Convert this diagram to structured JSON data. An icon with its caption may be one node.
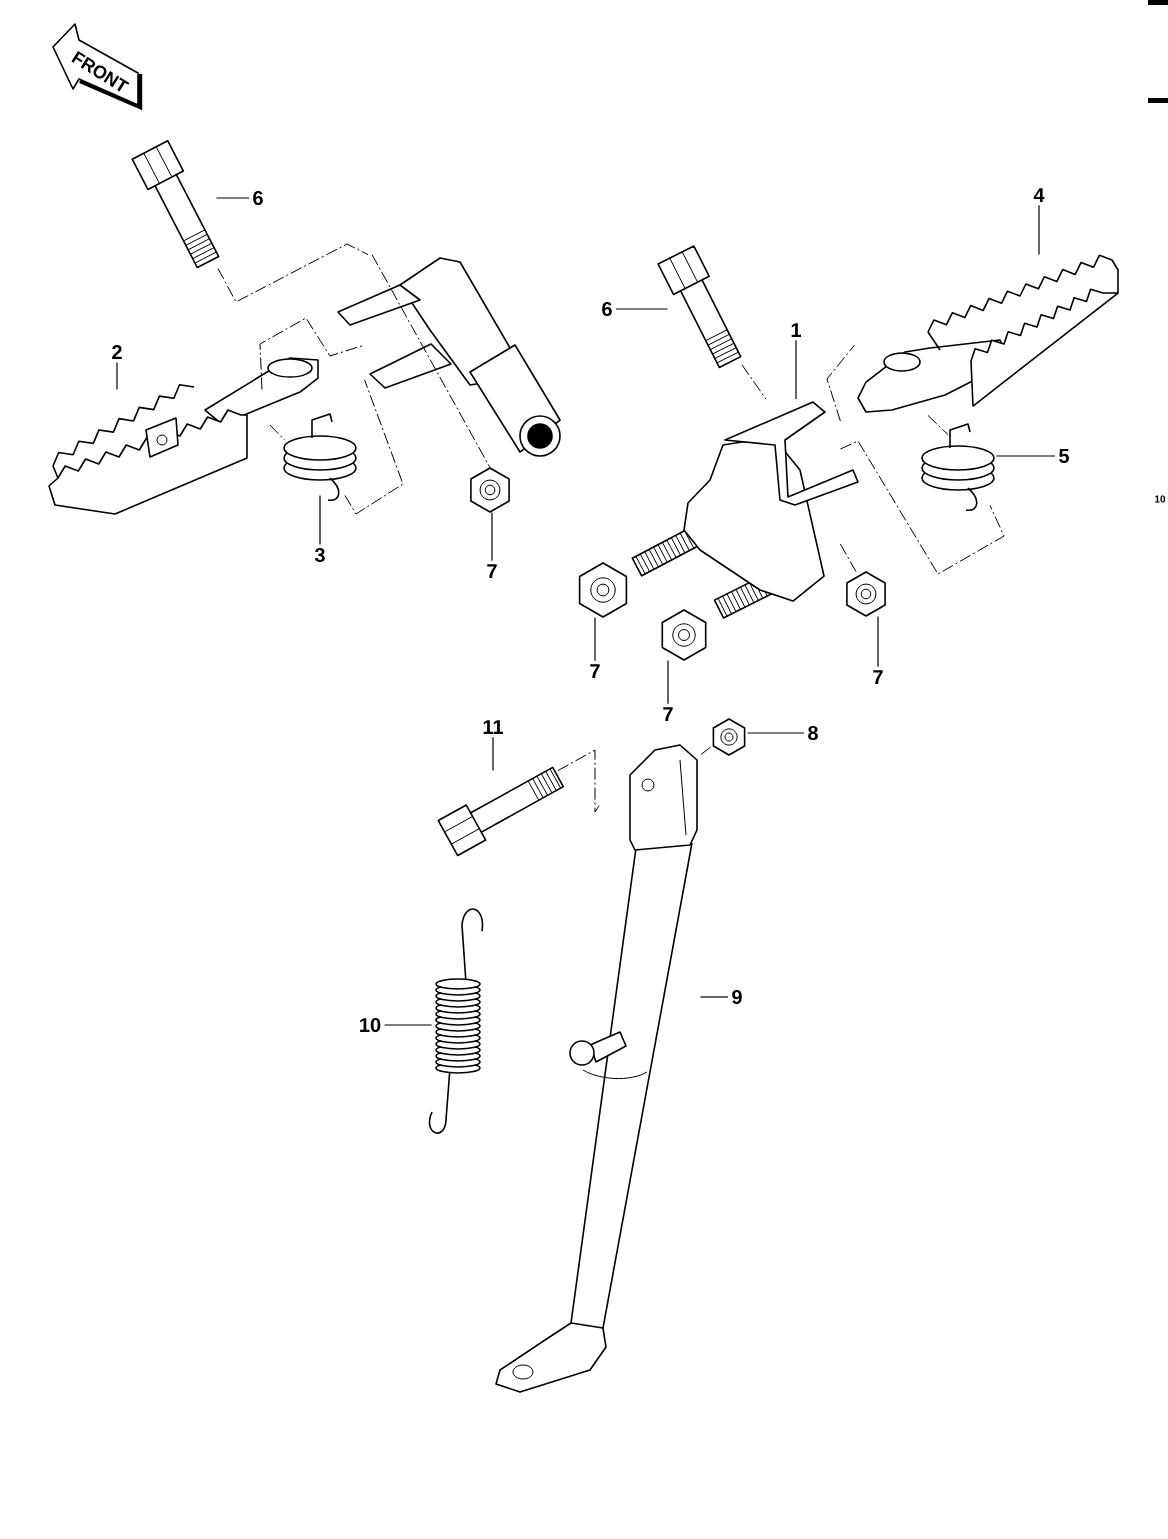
{
  "diagram": {
    "nodes": [
      {
        "text": [
          "6"
        ]
      },
      {
        "text": [],
        "shape": "picture"
      },
      {
        "text": [
          "2"
        ]
      },
      {
        "text": [],
        "shape": "picture"
      },
      {
        "text": [
          "3"
        ]
      },
      {
        "text": [],
        "shape": "picture"
      },
      {
        "text": [
          "7"
        ]
      },
      {
        "text": [],
        "shape": "picture"
      },
      {
        "text": [
          "6"
        ]
      },
      {
        "text": [],
        "shape": "picture"
      },
      {
        "text": [
          "1"
        ]
      },
      {
        "text": [],
        "shape": "picture"
      },
      {
        "text": [
          "4"
        ]
      },
      {
        "text": [],
        "shape": "picture"
      },
      {
        "text": [
          "5"
        ]
      },
      {
        "text": [],
        "shape": "picture"
      },
      {
        "text": [
          "7"
        ]
      },
      {
        "text": [],
        "shape": "picture"
      },
      {
        "text": [
          "7"
        ]
      },
      {
        "text": [],
        "shape": "picture"
      },
      {
        "text": [
          "7"
        ]
      },
      {
        "text": [],
        "shape": "picture"
      },
      {
        "text": [
          "11"
        ]
      },
      {
        "text": [],
        "shape": "picture"
      },
      {
        "text": [
          "8"
        ]
      },
      {
        "text": [],
        "shape": "picture"
      },
      {
        "text": [
          "9"
        ]
      },
      {
        "text": [],
        "shape": "picture"
      },
      {
        "text": [
          "10"
        ]
      },
      {
        "text": [],
        "shape": "picture"
      },
      {
        "text": [],
        "shape": "picture"
      }
    ],
    "edges": [
      {
        "from": 0,
        "to": 1,
        "arrow": "none"
      },
      {
        "from": 2,
        "to": 3,
        "arrow": "none"
      },
      {
        "from": 4,
        "to": 5,
        "arrow": "none"
      },
      {
        "from": 6,
        "to": 7,
        "arrow": "none"
      },
      {
        "from": 8,
        "to": 9,
        "arrow": "none"
      },
      {
        "from": 10,
        "to": 11,
        "arrow": "none"
      },
      {
        "from": 12,
        "to": 13,
        "arrow": "none"
      },
      {
        "from": 14,
        "to": 15,
        "arrow": "none"
      },
      {
        "from": 16,
        "to": 17,
        "arrow": "none"
      },
      {
        "from": 18,
        "to": 19,
        "arrow": "none"
      },
      {
        "from": 20,
        "to": 21,
        "arrow": "none"
      },
      {
        "from": 22,
        "to": 23,
        "arrow": "none"
      },
      {
        "from": 24,
        "to": 25,
        "arrow": "none"
      },
      {
        "from": 26,
        "to": 27,
        "arrow": "none"
      },
      {
        "from": 28,
        "to": 29,
        "arrow": "none"
      },
      {
        "from": 1,
        "to": 30,
        "arrow": "none",
        "style": "dashed"
      },
      {
        "from": 3,
        "to": 30,
        "arrow": "none",
        "style": "dashed"
      },
      {
        "from": 30,
        "to": 7,
        "arrow": "none",
        "style": "dashed"
      },
      {
        "from": 3,
        "to": 5,
        "arrow": "none",
        "style": "dashed"
      },
      {
        "from": 5,
        "to": 30,
        "arrow": "none",
        "style": "dashed"
      },
      {
        "from": 9,
        "to": 11,
        "arrow": "none",
        "style": "dashed"
      },
      {
        "from": 11,
        "to": 21,
        "arrow": "none",
        "style": "dashed"
      },
      {
        "from": 11,
        "to": 13,
        "arrow": "none",
        "style": "dashed"
      },
      {
        "from": 11,
        "to": 15,
        "arrow": "none",
        "style": "dashed"
      },
      {
        "from": 13,
        "to": 15,
        "arrow": "none",
        "style": "dashed"
      },
      {
        "from": 23,
        "to": 27,
        "arrow": "none",
        "style": "dashed"
      },
      {
        "from": 25,
        "to": 27,
        "arrow": "none",
        "style": "dashed"
      }
    ],
    "labels": [
      "FRONT",
      "10"
    ]
  }
}
